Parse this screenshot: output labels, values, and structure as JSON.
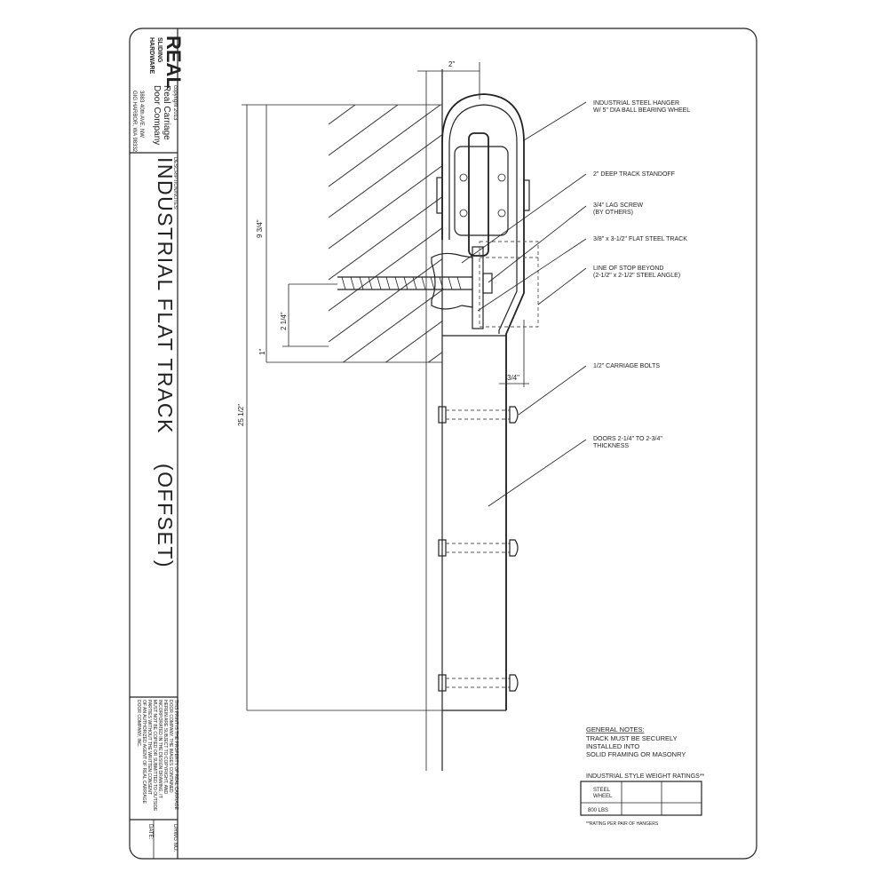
{
  "title_block": {
    "logo_word": "REAL",
    "logo_sub1": "SLIDING",
    "logo_sub2": "HARDWARE",
    "copyright": "copyright 2013",
    "company_line1": "Real Carriage",
    "company_line2": "Door Company",
    "address_line1": "3883 40th AVE. NW",
    "address_line2": "GIG HARBOR, WA 98332",
    "description_label": "DESCRIPTION/NOTES:",
    "drawing_title": "INDUSTRIAL FLAT TRACK",
    "drawing_subtitle": "(OFFSET)",
    "property_notice": [
      "THIS PRINT IS THE PROPERTY OF REAL CARRIAGE",
      "DOOR COMPANY. THE IMAGES CONTAINED",
      "HEREIN ARE SUBJECT TO COPYRIGHT, AND",
      "INCORPORATED IN THE DESIGN DRAWING. IT",
      "MUST NOT BE COPIED OR SUBMITTED TO OUTSIDE",
      "PARTIES WITHOUT THE WRITTEN CONSENT",
      "OF AN AUTHORIZED AGENT OF REAL CARRIAGE",
      "DOOR COMPANY, INC."
    ],
    "drawing_no_label": "DRWG NO.",
    "date_label": "DATE:"
  },
  "dimensions": {
    "hanger_width": "2\"",
    "top_to_track": "9 3/4\"",
    "bolt_spacing": "2 1/4\"",
    "track_gap": "1\"",
    "overall_height": "25 1/2\"",
    "offset": "3/4\""
  },
  "callouts": [
    {
      "line1": "INDUSTRIAL STEEL HANGER",
      "line2": "W/ 5\" DIA BALL BEARING WHEEL"
    },
    {
      "line1": "2\" DEEP TRACK STANDOFF",
      "line2": ""
    },
    {
      "line1": "3/4\" LAG SCREW",
      "line2": "(BY OTHERS)"
    },
    {
      "line1": "3/8\" x 3-1/2\" FLAT STEEL TRACK",
      "line2": ""
    },
    {
      "line1": "LINE OF STOP BEYOND",
      "line2": "(2-1/2\" x 2-1/2\" STEEL ANGLE)"
    },
    {
      "line1": "1/2\" CARRIAGE BOLTS",
      "line2": ""
    },
    {
      "line1": "DOORS 2-1/4\" TO 2-3/4\"",
      "line2": "THICKNESS"
    }
  ],
  "general_notes": {
    "heading": "GENERAL NOTES:",
    "lines": [
      "TRACK MUST BE SECURELY",
      "INSTALLED INTO",
      "SOLID FRAMING OR MASONRY"
    ]
  },
  "weight_ratings": {
    "heading": "INDUSTRIAL STYLE WEIGHT RATINGS**",
    "row_label_line1": "STEEL",
    "row_label_line2": "WHEEL",
    "value": "800 LBS",
    "footnote": "**RATING PER PAIR OF HANGERS"
  }
}
